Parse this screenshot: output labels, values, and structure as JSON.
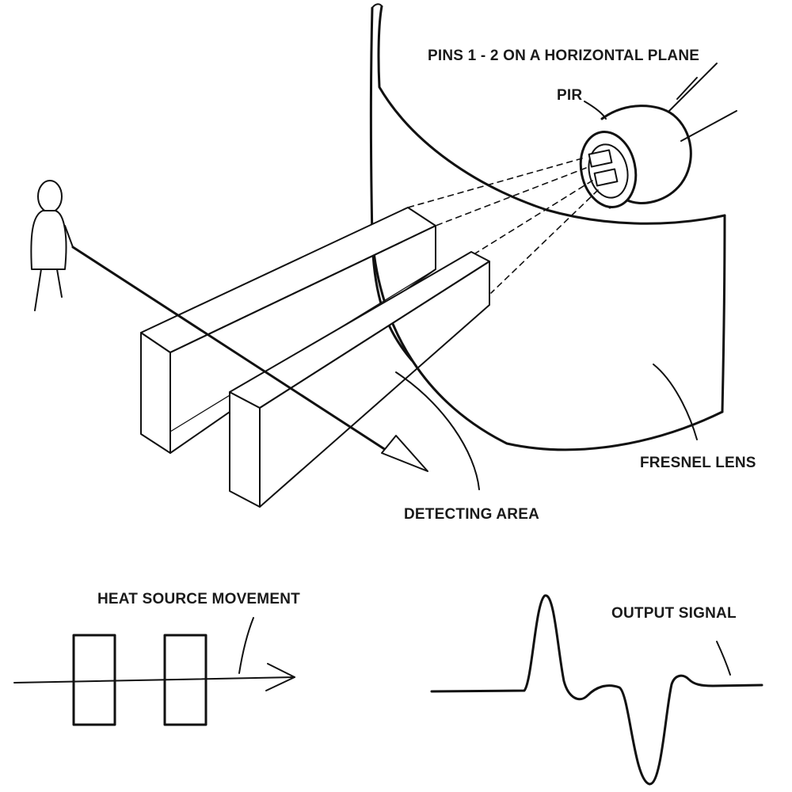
{
  "labels": {
    "pins": "PINS 1 - 2 ON A HORIZONTAL PLANE",
    "pir": "PIR",
    "fresnel": "FRESNEL LENS",
    "detecting_area": "DETECTING AREA",
    "heat_source": "HEAT SOURCE MOVEMENT",
    "output_signal": "OUTPUT SIGNAL"
  },
  "colors": {
    "ink": "#111111",
    "background": "#ffffff"
  }
}
